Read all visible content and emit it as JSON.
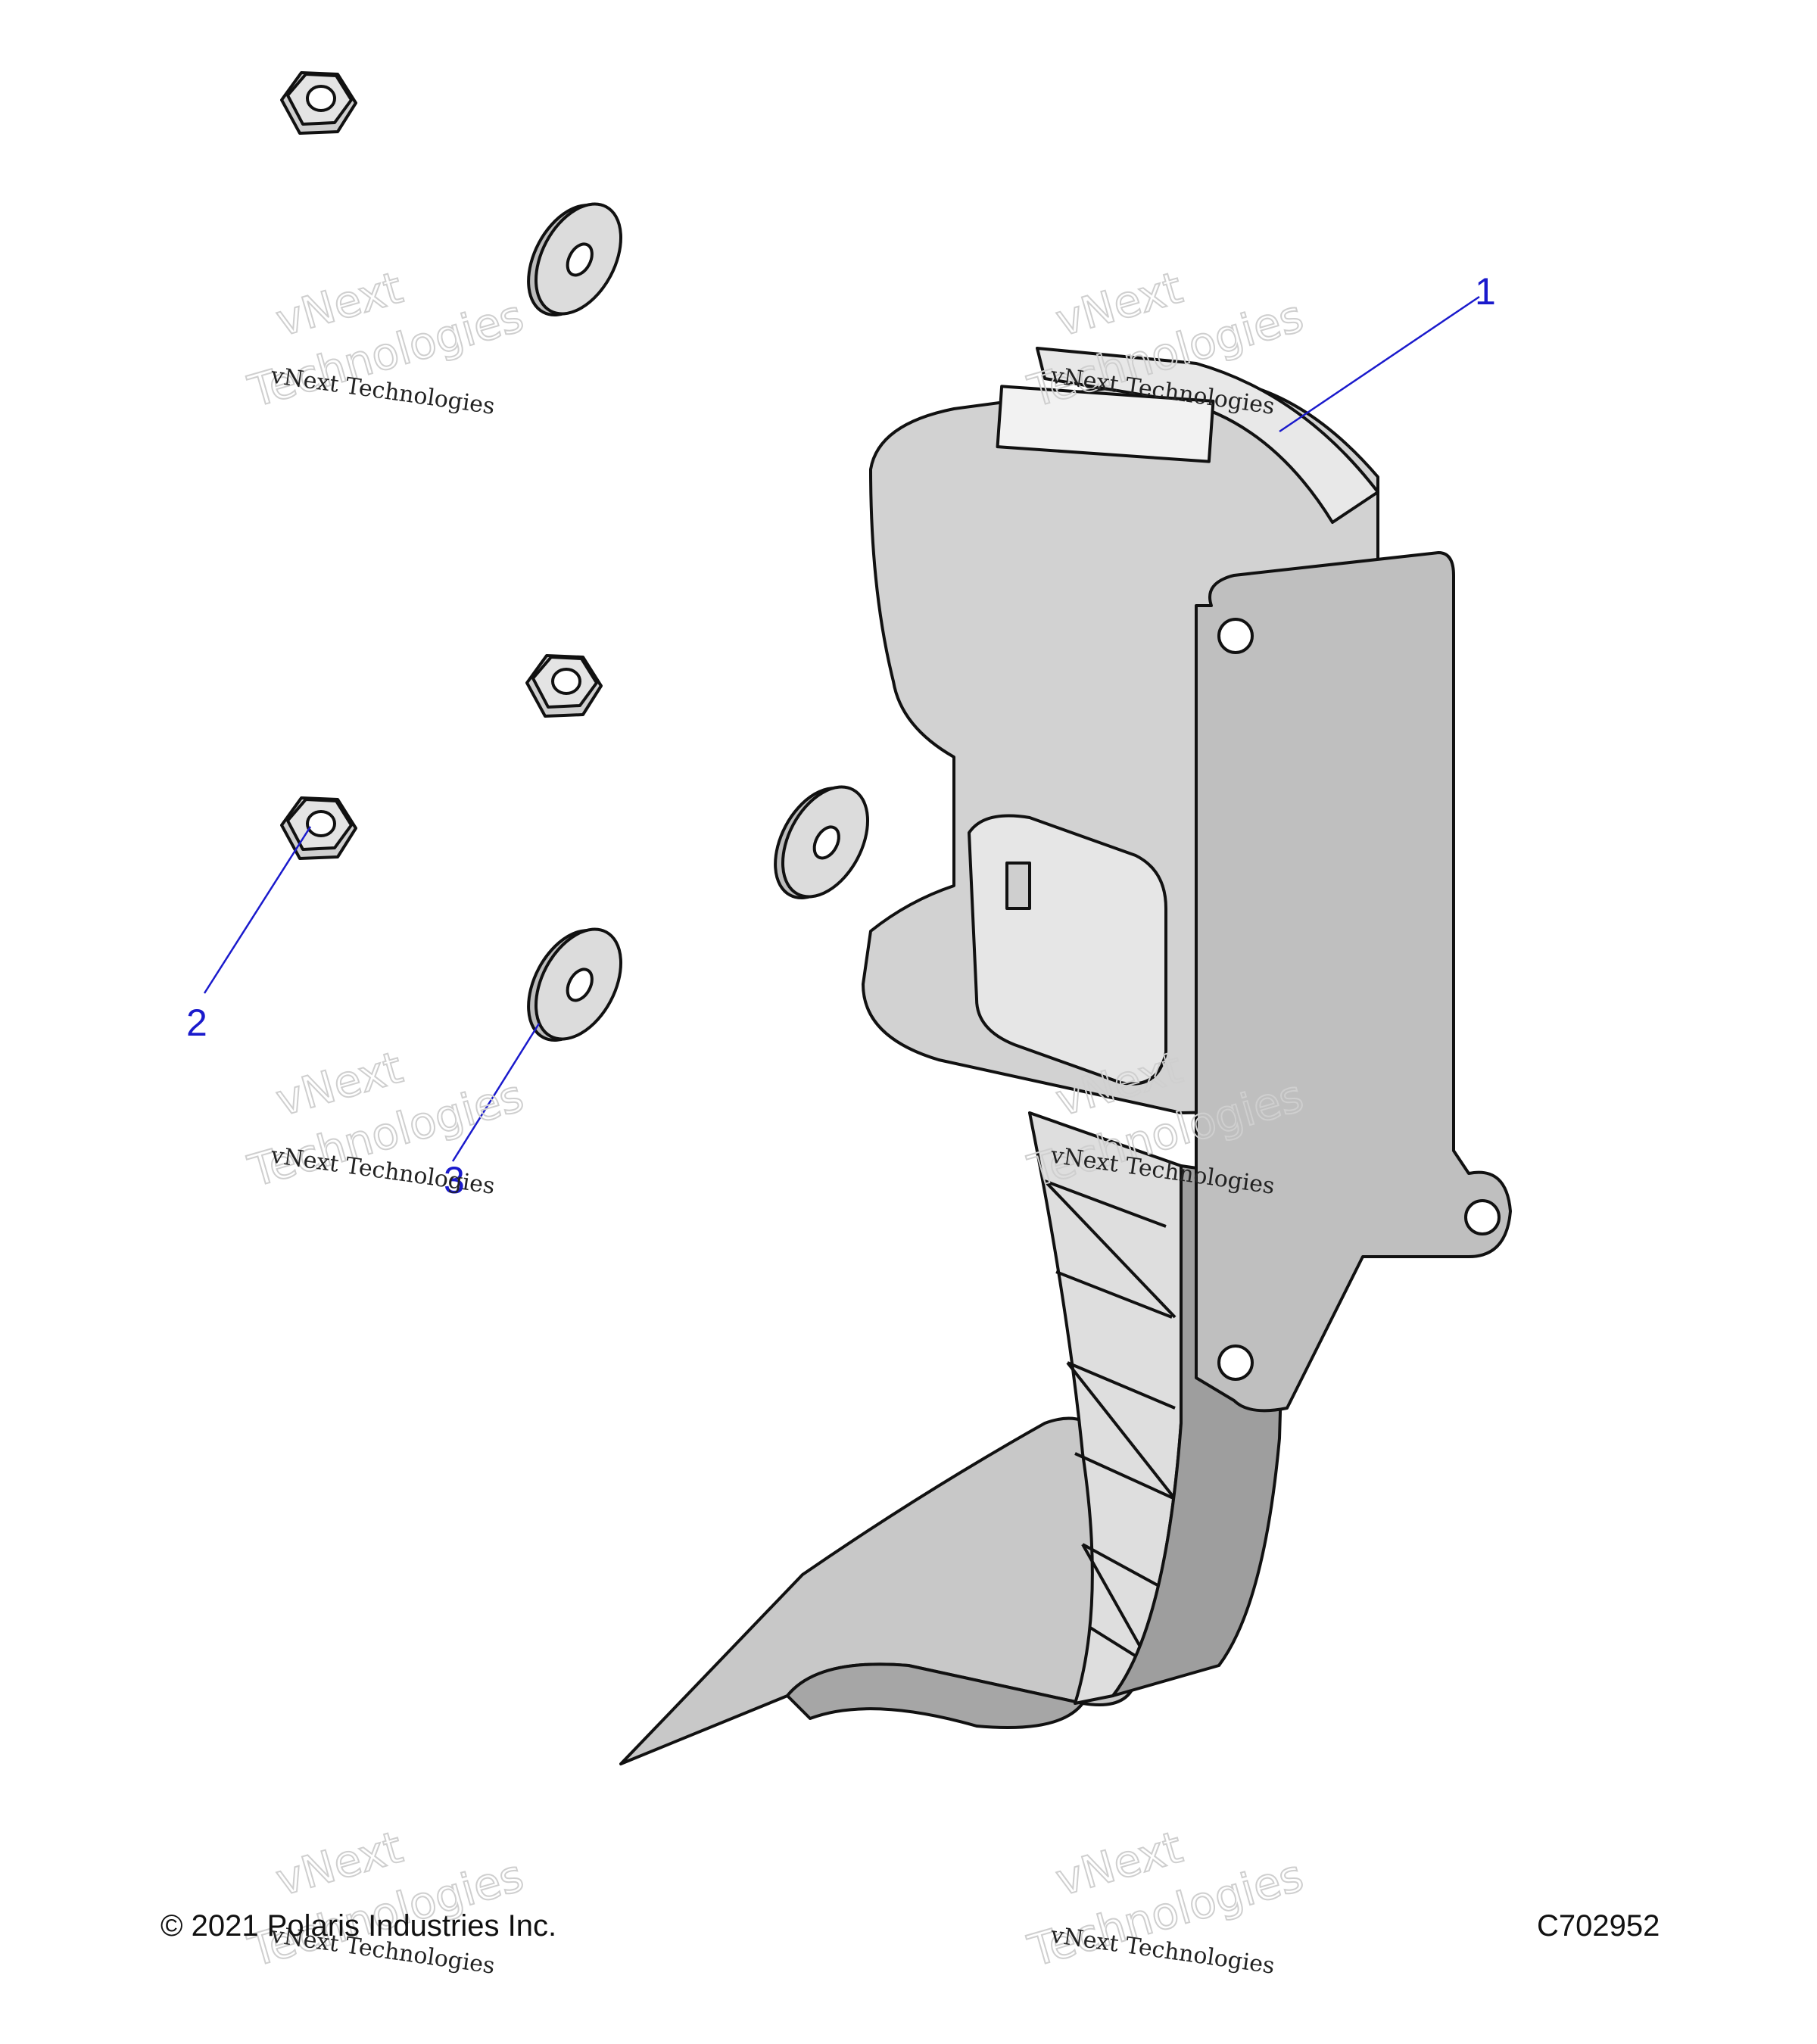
{
  "callouts": {
    "c1": "1",
    "c2": "2",
    "c3": "3"
  },
  "watermark": {
    "line1": "vNext Technologies",
    "big_a": "vNext",
    "big_b": "Technologies"
  },
  "footer": {
    "copyright": "© 2021 Polaris Industries Inc.",
    "drawing_id": "C702952"
  },
  "colors": {
    "part_fill": "#d4d4d4",
    "part_shadow": "#9a9a9a",
    "callout": "#1a1acc"
  }
}
